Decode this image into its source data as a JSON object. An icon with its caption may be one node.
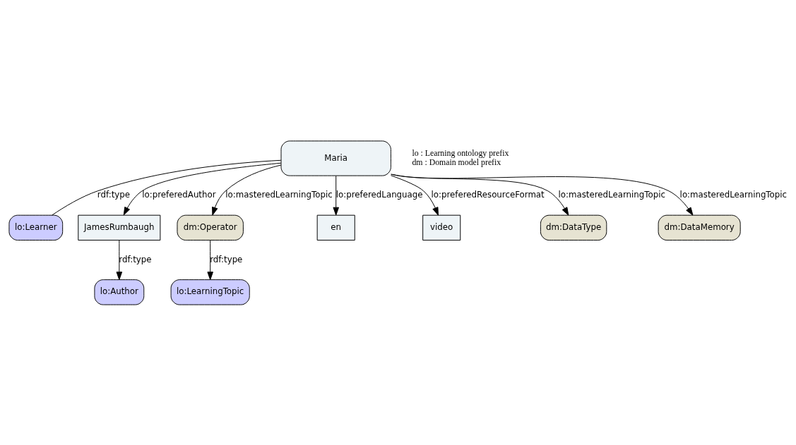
{
  "diagram": {
    "nodes": [
      {
        "text": [
          "lo:Learner"
        ]
      },
      {
        "text": [
          "lo:Author"
        ]
      },
      {
        "text": [
          "JamesRumbaugh"
        ]
      },
      {
        "text": [
          "dm:Operator"
        ]
      },
      {
        "text": [
          "lo:LearningTopic"
        ]
      },
      {
        "text": [
          "Maria"
        ]
      },
      {
        "text": [
          "en"
        ]
      },
      {
        "text": [
          "video"
        ]
      },
      {
        "text": [
          "dm:DataType"
        ]
      },
      {
        "text": [
          "dm:DataMemory"
        ]
      }
    ],
    "edges": [
      {
        "from": 5,
        "to": 0,
        "arrow": "none",
        "label": "rdf:type"
      },
      {
        "from": 2,
        "to": 1,
        "arrow": "to",
        "label": "rdf:type"
      },
      {
        "from": 5,
        "to": 2,
        "arrow": "to",
        "label": "lo:preferedAuthor"
      },
      {
        "from": 5,
        "to": 3,
        "arrow": "to",
        "label": "lo:masteredLearningTopic"
      },
      {
        "from": 3,
        "to": 4,
        "arrow": "to",
        "label": "rdf:type"
      },
      {
        "from": 5,
        "to": 6,
        "arrow": "to",
        "label": "lo:preferedLanguage"
      },
      {
        "from": 5,
        "to": 7,
        "arrow": "to",
        "label": "lo:preferedResourceFormat"
      },
      {
        "from": 5,
        "to": 8,
        "arrow": "to",
        "label": "lo:masteredLearningTopic"
      },
      {
        "from": 5,
        "to": 9,
        "arrow": "to",
        "label": "lo:masteredLearningTopic"
      }
    ],
    "labels": [
      "lo : Learning ontology prefix",
      "dm : Domain model prefix"
    ]
  }
}
